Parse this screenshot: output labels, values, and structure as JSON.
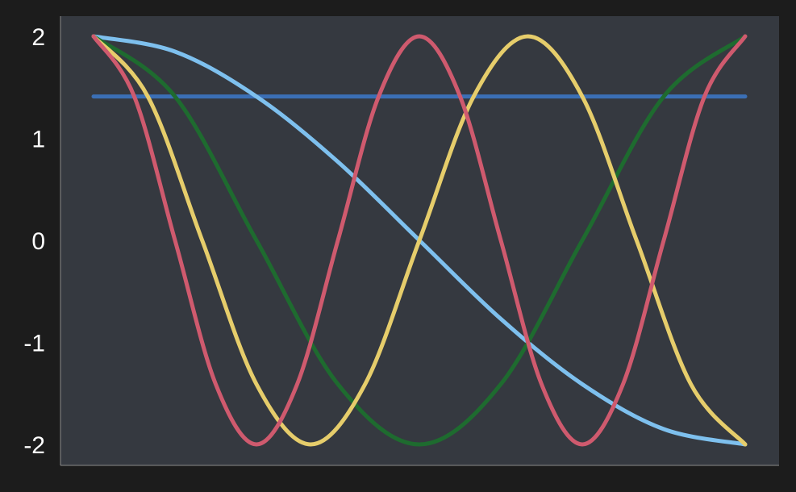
{
  "chart_data": {
    "type": "line",
    "title": "",
    "xlabel": "",
    "ylabel": "",
    "xlim": [
      0,
      1
    ],
    "ylim": [
      -2.05,
      2.05
    ],
    "grid": false,
    "legend": "none",
    "yticks": [
      {
        "value": 2,
        "label": "2"
      },
      {
        "value": 1,
        "label": "1"
      },
      {
        "value": 0,
        "label": "0"
      },
      {
        "value": -1,
        "label": "-1"
      },
      {
        "value": -2,
        "label": "-2"
      }
    ],
    "colors": {
      "background": "#1c1c1c",
      "plot_background": "#353940",
      "axis": "#8a8a8a",
      "tick_text": "#ffffff"
    },
    "series": [
      {
        "color": "#3b6fb5",
        "x": [
          0,
          0.25,
          0.5,
          0.75,
          1
        ],
        "y": [
          1.41,
          1.41,
          1.41,
          1.41,
          1.41
        ]
      },
      {
        "color": "#7ec0ee",
        "x": [
          0,
          0.125,
          0.25,
          0.375,
          0.5,
          0.625,
          0.75,
          0.875,
          1
        ],
        "y": [
          2,
          1.85,
          1.41,
          0.77,
          0,
          -0.77,
          -1.41,
          -1.85,
          -2
        ]
      },
      {
        "color": "#1e6b2f",
        "x": [
          0,
          0.125,
          0.25,
          0.375,
          0.5,
          0.625,
          0.75,
          0.875,
          1
        ],
        "y": [
          2,
          1.41,
          0,
          -1.41,
          -2,
          -1.41,
          0,
          1.41,
          2
        ]
      },
      {
        "color": "#e6cd6b",
        "x": [
          0,
          0.0833,
          0.1667,
          0.25,
          0.3333,
          0.4167,
          0.5,
          0.5833,
          0.6667,
          0.75,
          0.8333,
          0.9167,
          1
        ],
        "y": [
          2,
          1.41,
          0,
          -1.41,
          -2,
          -1.41,
          0,
          1.41,
          2,
          1.41,
          0,
          -1.41,
          -2
        ]
      },
      {
        "color": "#cf5a6e",
        "x": [
          0,
          0.0625,
          0.125,
          0.1875,
          0.25,
          0.3125,
          0.375,
          0.4375,
          0.5,
          0.5625,
          0.625,
          0.6875,
          0.75,
          0.8125,
          0.875,
          0.9375,
          1
        ],
        "y": [
          2,
          1.41,
          0,
          -1.41,
          -2,
          -1.41,
          0,
          1.41,
          2,
          1.41,
          0,
          -1.41,
          -2,
          -1.41,
          0,
          1.41,
          2
        ]
      }
    ]
  }
}
